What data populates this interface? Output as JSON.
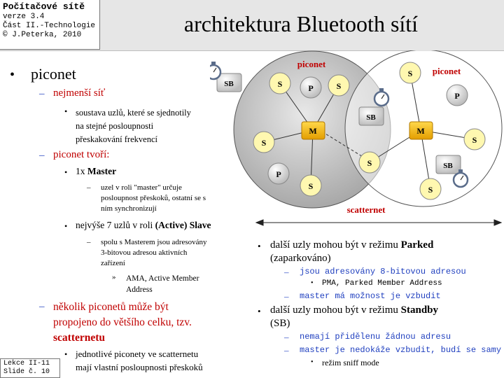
{
  "corner": {
    "title": "Počítačové sítě",
    "version": "verze 3.4",
    "part": "Část II.-Technologie",
    "copyright": "© J.Peterka, 2010"
  },
  "title": "architektura Bluetooth sítí",
  "footer": {
    "lecture": "Lekce II-11",
    "slide": "Slide č. 10"
  },
  "left": {
    "b1": "piconet",
    "smallest": "nejmenší síť",
    "smallest_d1": "soustava uzlů, které se sjednotily",
    "smallest_d2": "na stejné posloupnosti",
    "smallest_d3": "přeskakování frekvencí",
    "formed": "piconet tvoří:",
    "master_pre": "1x ",
    "master_b": "Master",
    "master_d1": "uzel v roli \"master\" určuje",
    "master_d2": "posloupnost přeskoků, ostatní se s",
    "master_d3": "ním synchronizují",
    "slave_pre": "nejvýše 7 uzlů v roli ",
    "slave_b": "(Active) Slave",
    "slave_d1": "spolu s Masterem jsou adresovány",
    "slave_d2": "3-bitovou adresou aktivních",
    "slave_d3": "zařízení",
    "ama_mark": "»",
    "ama1": "AMA, Active Member",
    "ama2": "Address",
    "join1": "několik piconetů může být",
    "join2": "propojeno do většího celku, tzv.",
    "join3": "scatternetu",
    "hop1": "jednotlivé piconety ve scatternetu",
    "hop2": "mají vlastní posloupnosti přeskoků"
  },
  "right": {
    "park1_pre": "další uzly mohou být v režimu ",
    "park1_b": "Parked",
    "park2": "(zaparkováno)",
    "park_a": "jsou adresovány 8-bitovou adresou",
    "park_a1": "PMA, Parked Member Address",
    "park_b": "master má možnost je vzbudit",
    "stand1_pre": "další uzly mohou být v režimu ",
    "stand1_b": "Standby",
    "stand2": "(SB)",
    "stand_a": "nemají přidělenu žádnou adresu",
    "stand_b": "master je nedokáže vzbudit, budí se samy",
    "stand_b1": "režim sniff mode"
  },
  "diagram": {
    "piconet_left": "piconet",
    "piconet_right": "piconet",
    "scatternet": "scatternet",
    "master": "M",
    "slave": "S",
    "parked": "P",
    "standby": "SB"
  },
  "colors": {
    "red": "#c00000",
    "blue": "#1f3fbf",
    "master": "#f2b705"
  }
}
